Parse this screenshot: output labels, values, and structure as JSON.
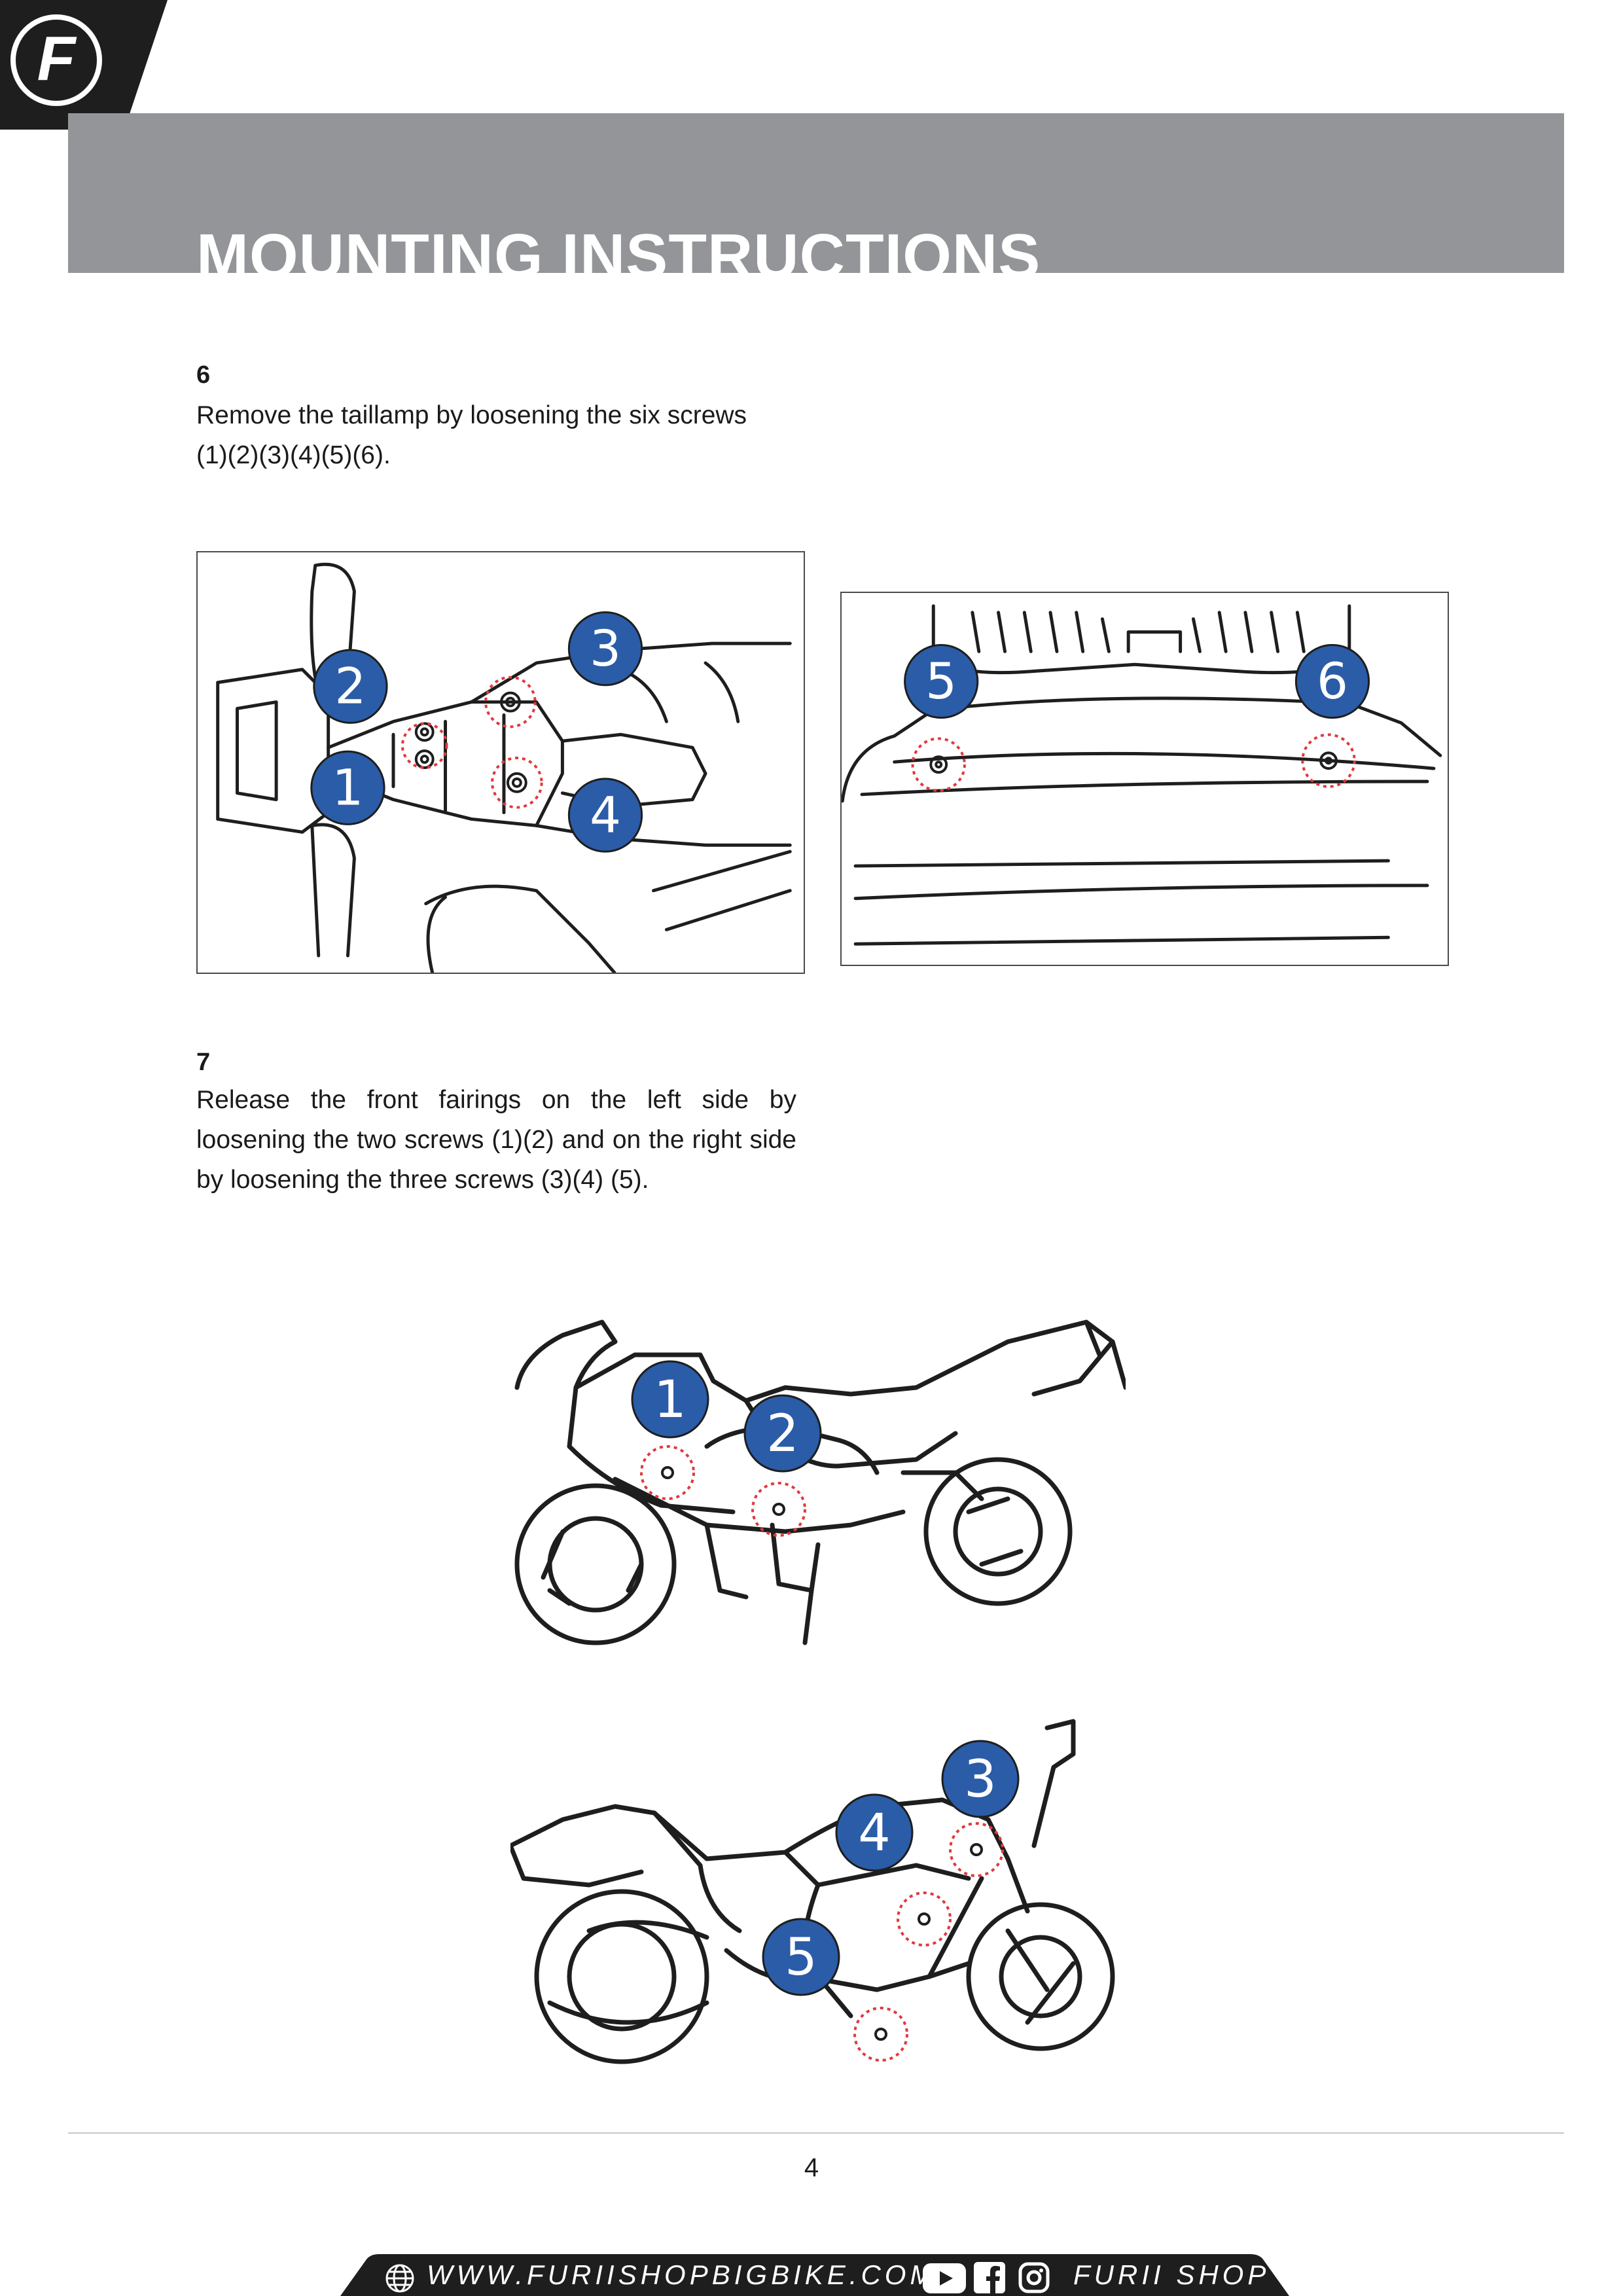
{
  "header": {
    "logo_letter": "F",
    "title": "MOUNTING INSTRUCTIONS"
  },
  "steps": [
    {
      "number": "6",
      "text": "Remove the taillamp by loosening the six screws (1)(2)(3)(4)(5)(6)."
    },
    {
      "number": "7",
      "text": "Release the front fairings on the left side by loosening the two screws (1)(2) and on the right side by loosening the three screws (3)(4) (5)."
    }
  ],
  "callouts": {
    "fig1": [
      "1",
      "2",
      "3",
      "4"
    ],
    "fig2": [
      "5",
      "6"
    ],
    "fig3": [
      "1",
      "2"
    ],
    "fig4": [
      "3",
      "4",
      "5"
    ]
  },
  "page_number": "4",
  "footer": {
    "url": "WWW.FURIISHOPBIGBIKE.COM",
    "brand": "FURII SHOP",
    "icons": [
      "globe-icon",
      "youtube-icon",
      "facebook-icon",
      "instagram-icon"
    ]
  },
  "colors": {
    "banner": "#939598",
    "callout": "#2a5ca8",
    "screw_ring": "#e0393e",
    "dark": "#1e1e1e"
  }
}
